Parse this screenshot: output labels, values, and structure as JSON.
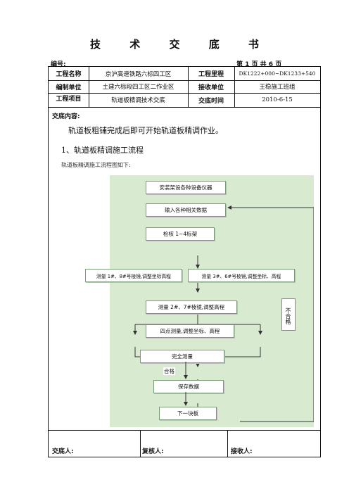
{
  "title": "技 术 交 底 书",
  "doc_number_label": "编号:",
  "page_info": "第 1 页 共 6 页",
  "info_table": {
    "row1": {
      "label1": "工程名称",
      "value1": "京沪高速铁路六标四工区",
      "label2": "工程里程",
      "value2": "DK1222+000~DK1233+540"
    },
    "row2": {
      "label1": "编制单位",
      "value1": "土建六标段四工区二作业区",
      "label2": "接收单位",
      "value2": "王稳施工班组"
    },
    "row3": {
      "label1": "工程项目",
      "value1": "轨道板精调技术交底",
      "label2": "交底时间",
      "value2": "2010-6-15"
    }
  },
  "content": {
    "label": "交底内容:",
    "para1": "轨道板粗铺完成后即可开始轨道板精调作业。",
    "heading1": "1、轨道板精调施工流程",
    "caption": "轨道板精调施工流程图如下:"
  },
  "flowchart": {
    "steps": {
      "s1": "安装架设各种设备仪器",
      "s2": "输入各种相关数据",
      "s3": "检核 1~4标架",
      "s4a": "测量 1#、8#号棱镜,调整坐标高程",
      "s4b": "测量 3#、6#号棱镜,调整坐标、高程",
      "s5": "测量 2#、7#棱镜,调整高程",
      "s6": "四点测量,调整坐标、高程",
      "s7": "完全测量",
      "s8": "保存数据",
      "s9": "下一块板"
    },
    "fail_label": "不合格",
    "pass_label": "合格"
  },
  "footer": {
    "handover": "交底人:",
    "reviewer": "复核人:",
    "receiver": "接收人:"
  }
}
